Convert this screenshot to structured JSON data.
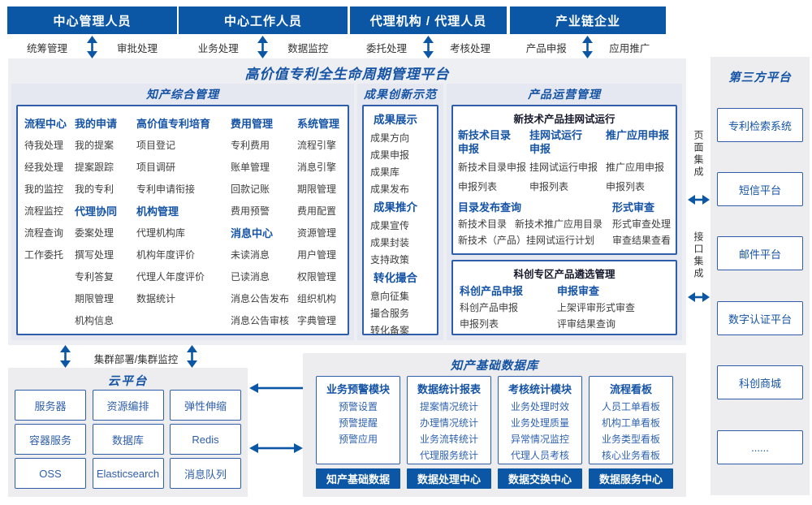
{
  "colors": {
    "primary_blue": "#0b57a5",
    "title_blue": "#1553a5",
    "box_border": "#2e5ea9",
    "item_text": "#3e3e3e",
    "blue_item": "#2f62ae",
    "panel_bg": "#eeeff2",
    "subpanel_bg": "#e6e8f1"
  },
  "actors": [
    {
      "title": "中心管理人员",
      "left_label": "统筹管理",
      "right_label": "审批处理"
    },
    {
      "title": "中心工作人员",
      "left_label": "业务处理",
      "right_label": "数据监控"
    },
    {
      "title": "代理机构 / 代理人员",
      "left_label": "委托处理",
      "right_label": "考核处理"
    },
    {
      "title": "产业链企业",
      "left_label": "产品申报",
      "right_label": "应用推广"
    }
  ],
  "platform": {
    "title": "高价值专利全生命周期管理平台"
  },
  "ip_management": {
    "title": "知产综合管理",
    "columns": [
      {
        "entries": [
          {
            "t": "h",
            "text": "流程中心"
          },
          {
            "t": "i",
            "text": "待我处理"
          },
          {
            "t": "i",
            "text": "经我处理"
          },
          {
            "t": "i",
            "text": "我的监控"
          },
          {
            "t": "i",
            "text": "流程监控"
          },
          {
            "t": "i",
            "text": "流程查询"
          },
          {
            "t": "i",
            "text": "工作委托"
          }
        ]
      },
      {
        "entries": [
          {
            "t": "h",
            "text": "我的申请"
          },
          {
            "t": "i",
            "text": "我的提案"
          },
          {
            "t": "i",
            "text": "提案跟踪"
          },
          {
            "t": "i",
            "text": "我的专利"
          },
          {
            "t": "h",
            "text": "代理协同"
          },
          {
            "t": "i",
            "text": "委案处理"
          },
          {
            "t": "i",
            "text": "撰写处理"
          },
          {
            "t": "i",
            "text": "专利答复"
          },
          {
            "t": "i",
            "text": "期限管理"
          },
          {
            "t": "i",
            "text": "机构信息"
          }
        ]
      },
      {
        "entries": [
          {
            "t": "h",
            "text": "高价值专利培育"
          },
          {
            "t": "i",
            "text": "项目登记"
          },
          {
            "t": "i",
            "text": "项目调研"
          },
          {
            "t": "i",
            "text": "专利申请衔接"
          },
          {
            "t": "h",
            "text": "机构管理"
          },
          {
            "t": "i",
            "text": "代理机构库"
          },
          {
            "t": "i",
            "text": "机构年度评价"
          },
          {
            "t": "i",
            "text": "代理人年度评价"
          },
          {
            "t": "i",
            "text": "数据统计"
          }
        ]
      },
      {
        "entries": [
          {
            "t": "h",
            "text": "费用管理"
          },
          {
            "t": "i",
            "text": "专利费用"
          },
          {
            "t": "i",
            "text": "账单管理"
          },
          {
            "t": "i",
            "text": "回款记账"
          },
          {
            "t": "i",
            "text": "费用预警"
          },
          {
            "t": "h",
            "text": "消息中心"
          },
          {
            "t": "i",
            "text": "未读消息"
          },
          {
            "t": "i",
            "text": "已读消息"
          },
          {
            "t": "i",
            "text": "消息公告发布"
          },
          {
            "t": "i",
            "text": "消息公告审核"
          }
        ]
      },
      {
        "entries": [
          {
            "t": "h",
            "text": "系统管理"
          },
          {
            "t": "i",
            "text": "流程引擎"
          },
          {
            "t": "i",
            "text": "消息引擎"
          },
          {
            "t": "i",
            "text": "期限管理"
          },
          {
            "t": "i",
            "text": "费用配置"
          },
          {
            "t": "i",
            "text": "资源管理"
          },
          {
            "t": "i",
            "text": "用户管理"
          },
          {
            "t": "i",
            "text": "权限管理"
          },
          {
            "t": "i",
            "text": "组织机构"
          },
          {
            "t": "i",
            "text": "字典管理"
          }
        ]
      }
    ]
  },
  "achievement": {
    "title": "成果创新示范",
    "entries": [
      {
        "t": "h",
        "text": "成果展示"
      },
      {
        "t": "i",
        "text": "成果方向"
      },
      {
        "t": "i",
        "text": "成果申报"
      },
      {
        "t": "i",
        "text": "成果库"
      },
      {
        "t": "i",
        "text": "成果发布"
      },
      {
        "t": "h",
        "text": "成果推介"
      },
      {
        "t": "i",
        "text": "成果宣传"
      },
      {
        "t": "i",
        "text": "成果封装"
      },
      {
        "t": "i",
        "text": "支持政策"
      },
      {
        "t": "h",
        "text": "转化撮合"
      },
      {
        "t": "i",
        "text": "意向征集"
      },
      {
        "t": "i",
        "text": "撮合服务"
      },
      {
        "t": "i",
        "text": "转化备案"
      }
    ]
  },
  "product_ops": {
    "title": "产品运营管理",
    "trial": {
      "title": "新技术产品挂网试运行",
      "columns": [
        {
          "header": "新技术目录\n申报",
          "items": [
            "新技术目录申报",
            "申报列表"
          ]
        },
        {
          "header": "挂网试运行\n申报",
          "items": [
            "挂网试运行申报",
            "申报列表"
          ]
        },
        {
          "header": "推广应用申报",
          "items": [
            "推广应用申报",
            "申报列表"
          ]
        }
      ],
      "catalog": {
        "header": "目录发布查询",
        "items": [
          "新技术目录",
          "新技术推广应用目录",
          "新技术（产品）挂网试运行计划"
        ]
      },
      "review": {
        "header": "形式审查",
        "items": [
          "形式审查处理",
          "审查结果查看"
        ]
      }
    },
    "selection": {
      "title": "科创专区产品遴选管理",
      "columns": [
        {
          "header": "科创产品申报",
          "items": [
            "科创产品申报",
            "申报列表"
          ]
        },
        {
          "header": "申报审查",
          "items": [
            "上架评审形式审查",
            "评审结果查询"
          ]
        }
      ]
    }
  },
  "third_party": {
    "title": "第三方平台",
    "boxes": [
      "专利检索系统",
      "短信平台",
      "邮件平台",
      "数字认证平台",
      "科创商城",
      "......"
    ]
  },
  "integration": {
    "page_label": "页面集成",
    "api_label": "接口集成"
  },
  "cluster": {
    "label": "集群部署/集群监控"
  },
  "cloud": {
    "title": "云平台",
    "boxes": [
      "服务器",
      "资源编排",
      "弹性伸缩",
      "容器服务",
      "数据库",
      "Redis",
      "OSS",
      "Elasticsearch",
      "消息队列"
    ]
  },
  "database": {
    "title": "知产基础数据库",
    "columns": [
      {
        "header": "业务预警模块",
        "items": [
          "预警设置",
          "预警提醒",
          "预警应用"
        ]
      },
      {
        "header": "数据统计报表",
        "items": [
          "提案情况统计",
          "办理情况统计",
          "业务流转统计",
          "代理服务统计"
        ]
      },
      {
        "header": "考核统计模块",
        "items": [
          "业务处理时效",
          "业务处理质量",
          "异常情况监控",
          "代理人员考核"
        ]
      },
      {
        "header": "流程看板",
        "items": [
          "人员工单看板",
          "机构工单看板",
          "业务类型看板",
          "核心业务看板"
        ]
      }
    ],
    "footers": [
      "知产基础数据",
      "数据处理中心",
      "数据交换中心",
      "数据服务中心"
    ]
  }
}
